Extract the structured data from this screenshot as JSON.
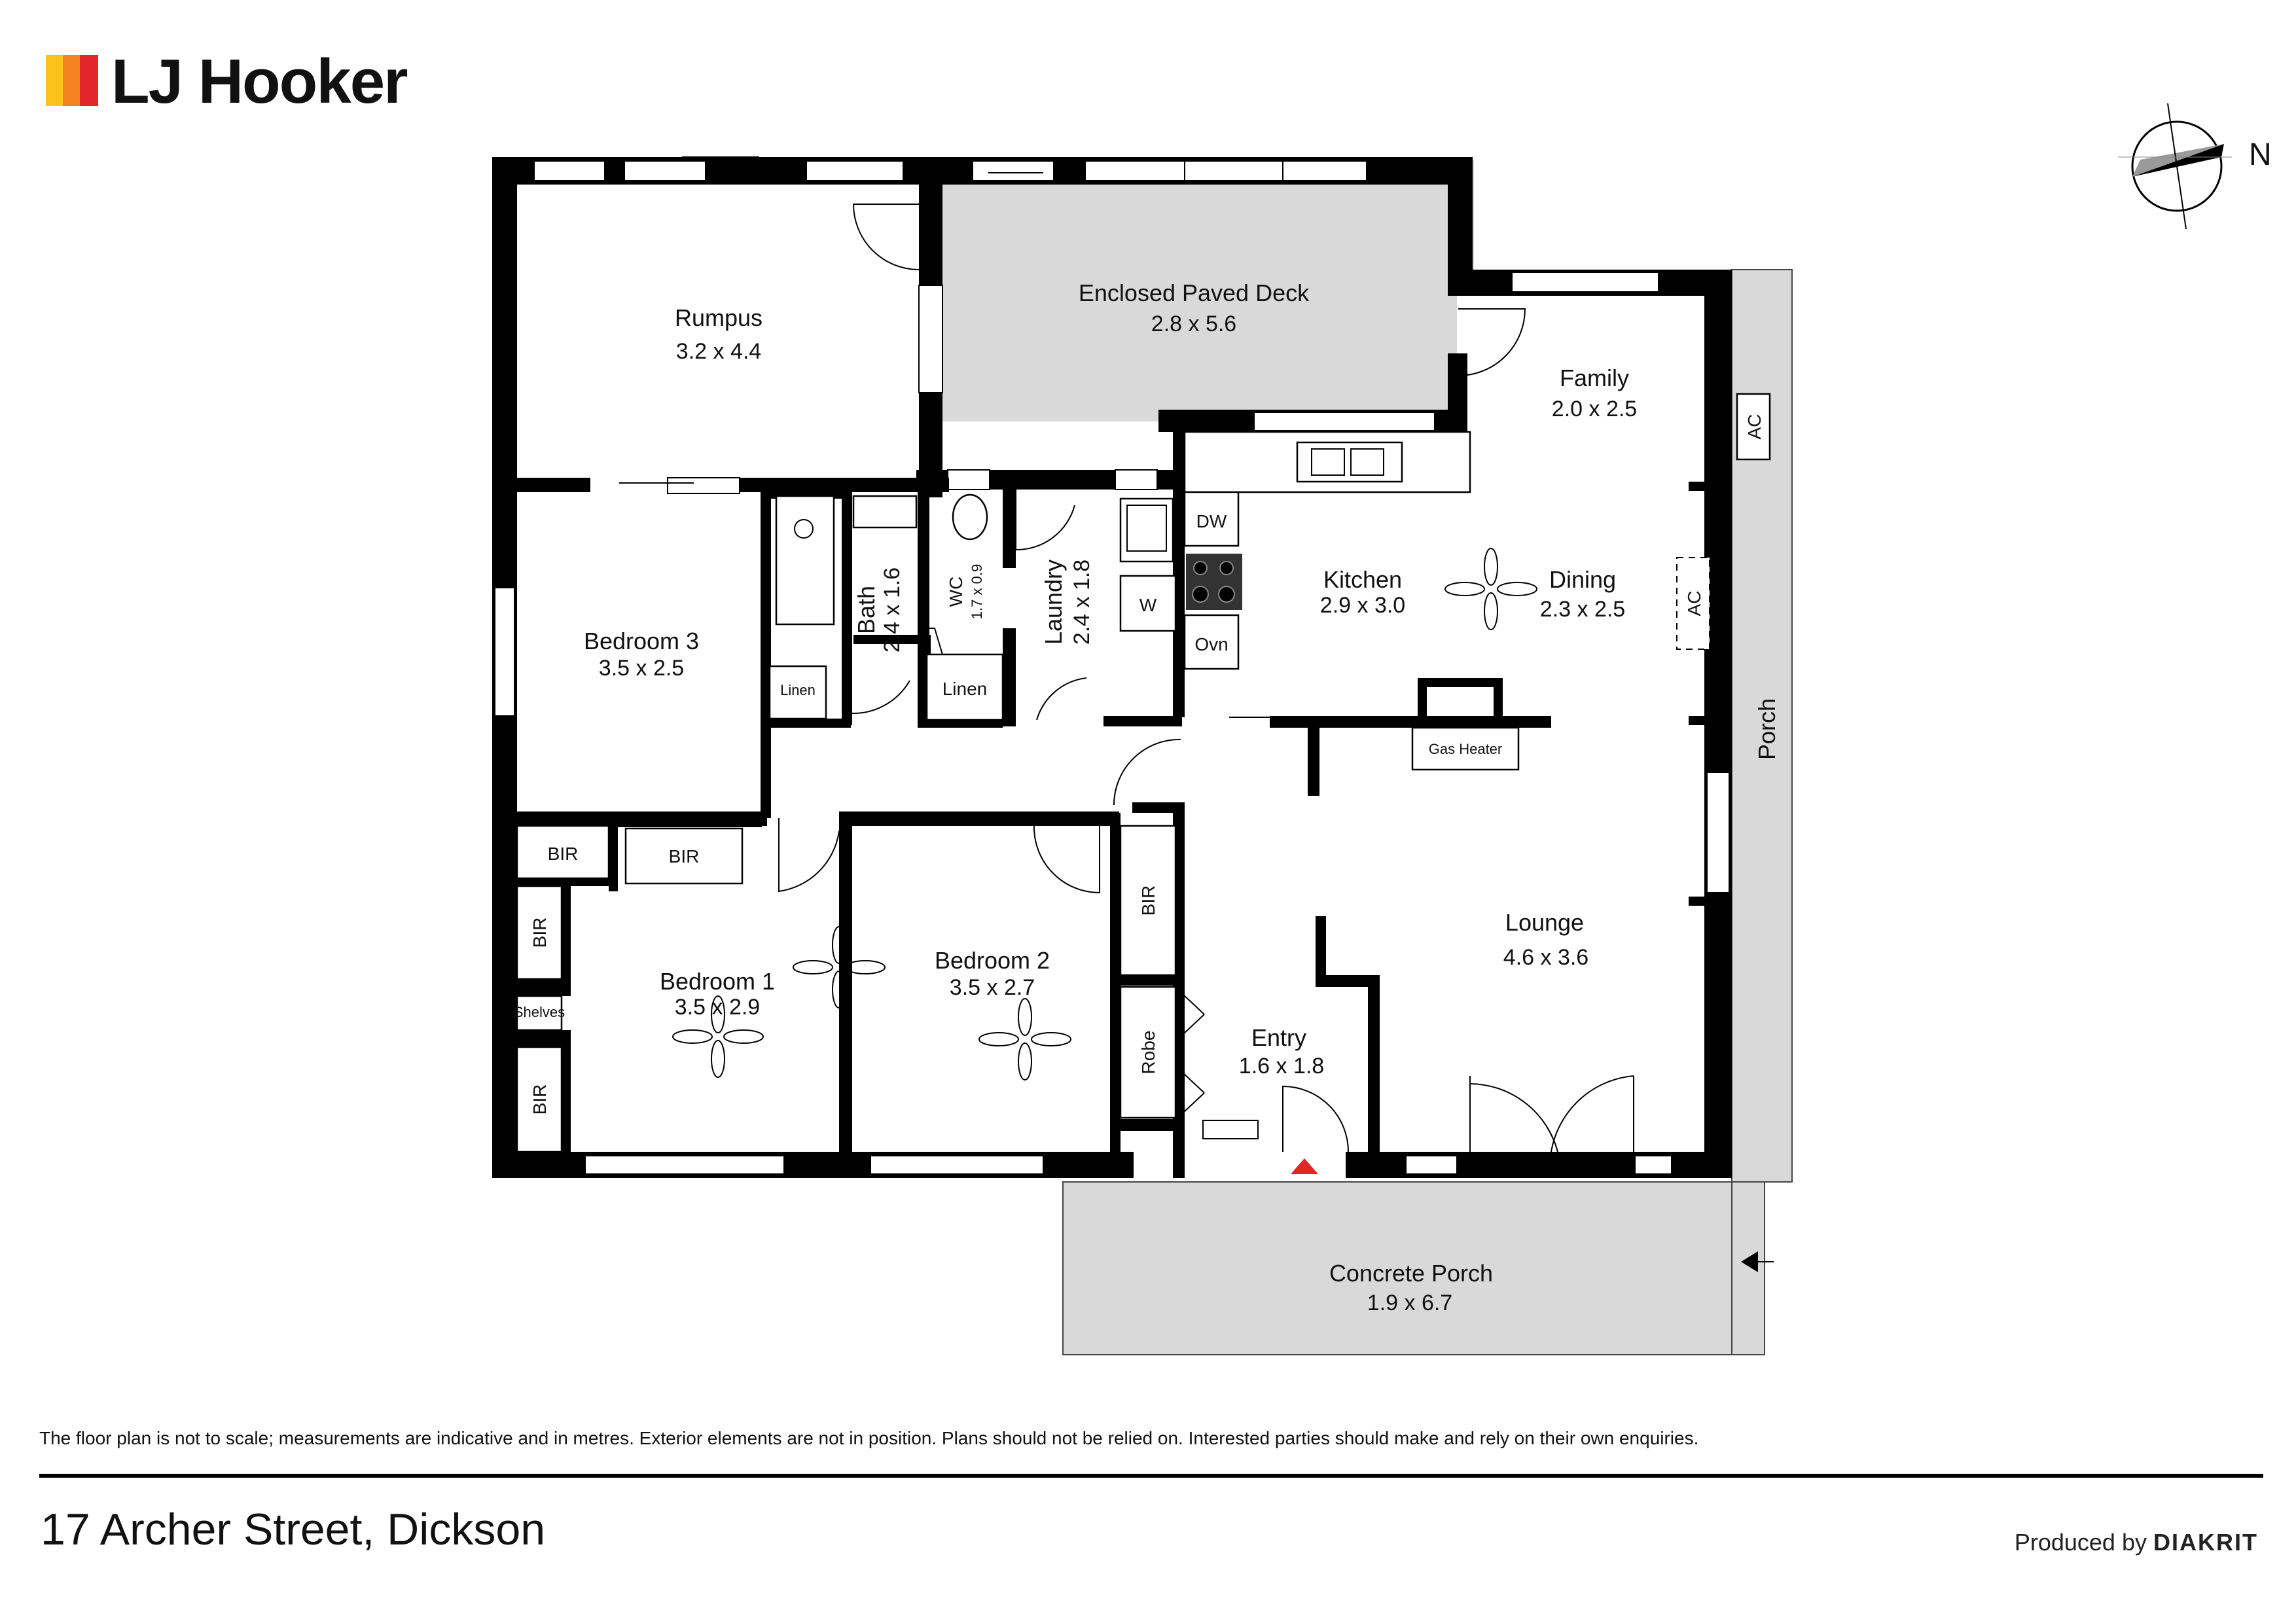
{
  "brand": {
    "name": "LJ Hooker",
    "colors": {
      "yellow": "#f9c31b",
      "orange": "#f4821f",
      "red": "#e3262a"
    }
  },
  "compass": {
    "label": "N"
  },
  "rooms": {
    "rumpus": {
      "name": "Rumpus",
      "dims": "3.2 x 4.4"
    },
    "deck": {
      "name": "Enclosed Paved Deck",
      "dims": "2.8 x 5.6"
    },
    "family": {
      "name": "Family",
      "dims": "2.0 x 2.5"
    },
    "kitchen": {
      "name": "Kitchen",
      "dims": "2.9 x 3.0"
    },
    "dining": {
      "name": "Dining",
      "dims": "2.3 x 2.5"
    },
    "bedroom3": {
      "name": "Bedroom 3",
      "dims": "3.5 x 2.5"
    },
    "bath": {
      "name": "Bath",
      "dims": "2.4 x 1.6"
    },
    "wc": {
      "name": "WC",
      "dims": "1.7 x 0.9"
    },
    "laundry": {
      "name": "Laundry",
      "dims": "2.4 x 1.8"
    },
    "bedroom1": {
      "name": "Bedroom 1",
      "dims": "3.5 x 2.9"
    },
    "bedroom2": {
      "name": "Bedroom 2",
      "dims": "3.5 x 2.7"
    },
    "entry": {
      "name": "Entry",
      "dims": "1.6 x 1.8"
    },
    "lounge": {
      "name": "Lounge",
      "dims": "4.6 x 3.6"
    },
    "concrete_porch": {
      "name": "Concrete Porch",
      "dims": "1.9 x 6.7"
    },
    "porch": {
      "name": "Porch"
    }
  },
  "fixtures": {
    "dw": "DW",
    "w": "W",
    "ovn": "Ovn",
    "ac": "AC",
    "gas_heater": "Gas Heater",
    "linen": "Linen",
    "bir": "BIR",
    "shelves": "Shelves",
    "robe": "Robe"
  },
  "footer": {
    "disclaimer": "The floor plan is not to scale; measurements are indicative and in metres. Exterior elements are not in position. Plans should not be relied on. Interested parties should make and rely on their own enquiries.",
    "address": "17 Archer Street, Dickson",
    "produced_by": "Produced by",
    "producer": "DIAKRIT"
  }
}
